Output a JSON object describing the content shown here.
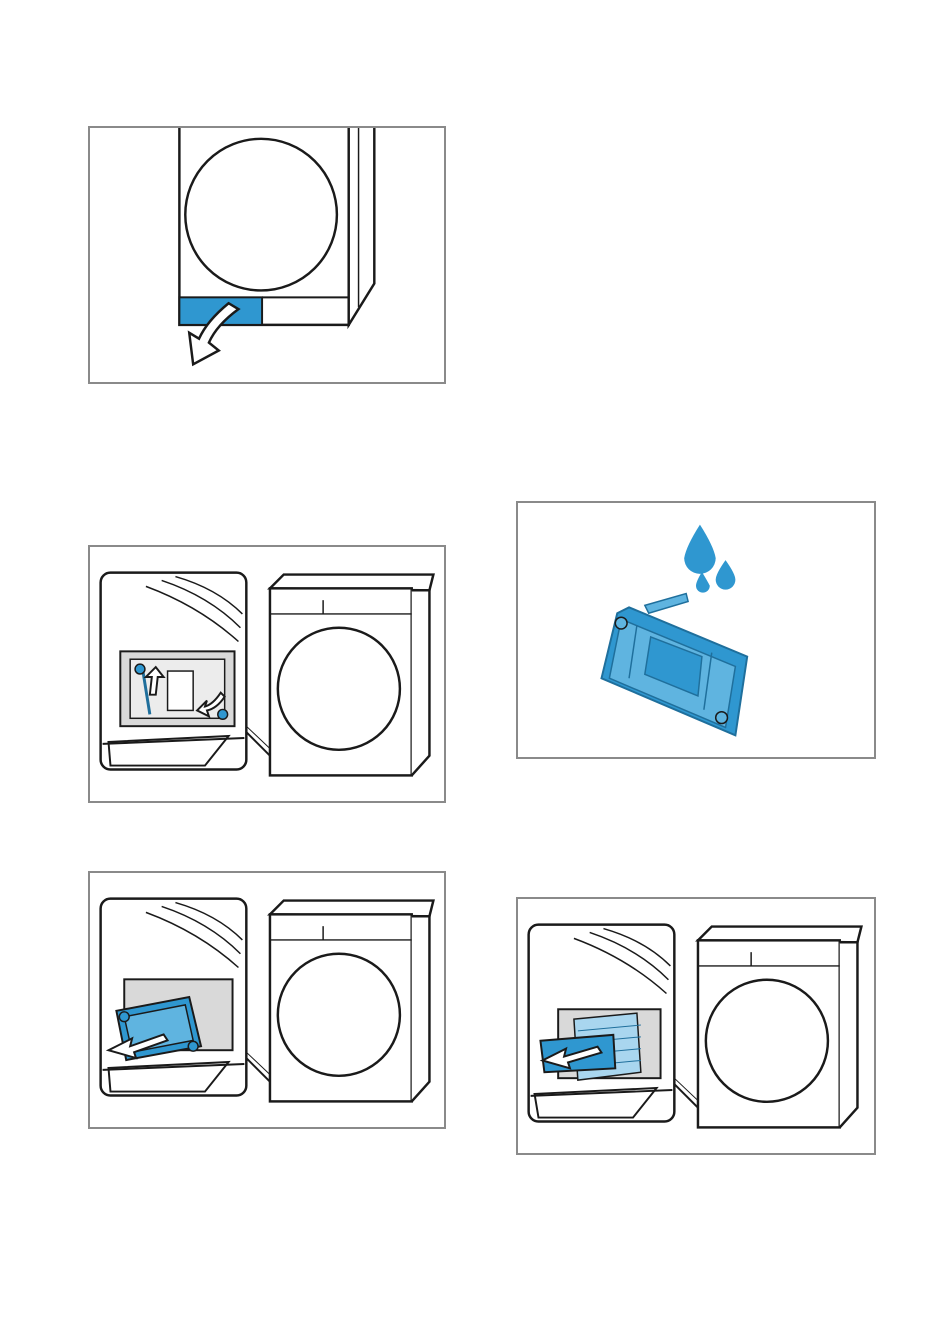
{
  "colors": {
    "accent": "#2f97d0",
    "accent_dark": "#1f6f9c",
    "outline": "#1a1a1a",
    "frame": "#8a8a8a"
  },
  "figures": [
    {
      "id": "open-service-flap",
      "icons": [
        "dryer-front-icon",
        "curved-arrow-down-icon"
      ]
    },
    {
      "id": "unlock-condensate-filter",
      "icons": [
        "filter-lever-icon",
        "rotate-arrow-icon",
        "dryer-front-icon"
      ]
    },
    {
      "id": "pull-out-filter-holder",
      "icons": [
        "filter-holder-icon",
        "pull-arrow-icon",
        "dryer-front-icon"
      ]
    },
    {
      "id": "rinse-filter-holder",
      "icons": [
        "water-drops-icon",
        "filter-holder-icon"
      ]
    },
    {
      "id": "insert-filter",
      "icons": [
        "filter-insert-icon",
        "push-arrow-icon",
        "dryer-front-icon"
      ]
    }
  ]
}
